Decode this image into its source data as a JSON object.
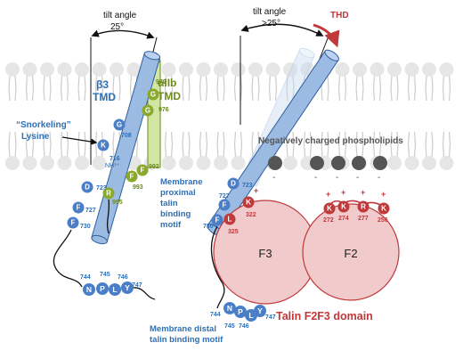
{
  "left_panel": {
    "tilt_label": "tilt angle",
    "tilt_value": "25°",
    "beta3_label_line1": "β3",
    "beta3_label_line2": "TMD",
    "alpha_label_line1": "αIIb",
    "alpha_label_line2": "TMD",
    "snorkeling_line1": "“Snorkeling”",
    "snorkeling_line2": "Lysine",
    "nh3": "NH³⁺",
    "proximal_motif": [
      "Membrane",
      "proximal",
      "talin",
      "binding",
      "motif"
    ],
    "beta_residues": [
      {
        "letter": "G",
        "num": "708"
      },
      {
        "letter": "K",
        "num": "716"
      },
      {
        "letter": "D",
        "num": "723"
      },
      {
        "letter": "F",
        "num": "727"
      },
      {
        "letter": "F",
        "num": "730"
      }
    ],
    "alpha_residues": [
      {
        "letter": "G",
        "num": "972"
      },
      {
        "letter": "G",
        "num": "976"
      },
      {
        "letter": "F",
        "num": "992"
      },
      {
        "letter": "F",
        "num": "993"
      },
      {
        "letter": "R",
        "num": "995"
      }
    ],
    "nply": {
      "letters": [
        "N",
        "P",
        "L",
        "Y"
      ],
      "nums": [
        "744",
        "745",
        "746",
        "747"
      ]
    }
  },
  "right_panel": {
    "tilt_label": "tilt angle",
    "tilt_value": ">25°",
    "thd_label": "THD",
    "phospholipid_label": "Negatively charged phospholipids",
    "distal_motif": [
      "Membrane distal",
      "talin binding motif"
    ],
    "f3_label": "F3",
    "f2_label": "F2",
    "domain_label": "Talin F2F3 domain",
    "beta_residues": [
      {
        "letter": "D",
        "num": "723"
      },
      {
        "letter": "F",
        "num": "727"
      },
      {
        "letter": "F",
        "num": "730"
      }
    ],
    "talin_f3_residues": [
      {
        "letter": "K",
        "num": "322"
      },
      {
        "letter": "L",
        "num": "325"
      }
    ],
    "talin_f2_residues": [
      {
        "letter": "K",
        "num": "272"
      },
      {
        "letter": "K",
        "num": "274"
      },
      {
        "letter": "R",
        "num": "277"
      },
      {
        "letter": "K",
        "num": "256"
      }
    ],
    "charge": "+",
    "minus": "-",
    "nply": {
      "letters": [
        "N",
        "P",
        "L",
        "Y"
      ],
      "nums": [
        "744",
        "745",
        "746",
        "747"
      ]
    }
  },
  "colors": {
    "membrane_head": "#e6e6e6",
    "membrane_tail": "#cccccc",
    "beta_helix": "#9bbbe2",
    "alpha_helix": "#d2e6a4",
    "residue_blue": "#4a7fc8",
    "residue_green": "#8aa82a",
    "residue_red": "#c0393b",
    "talin_fill": "#f1cbcb",
    "talin_stroke": "#c0393b",
    "phospholipid": "#555555"
  }
}
